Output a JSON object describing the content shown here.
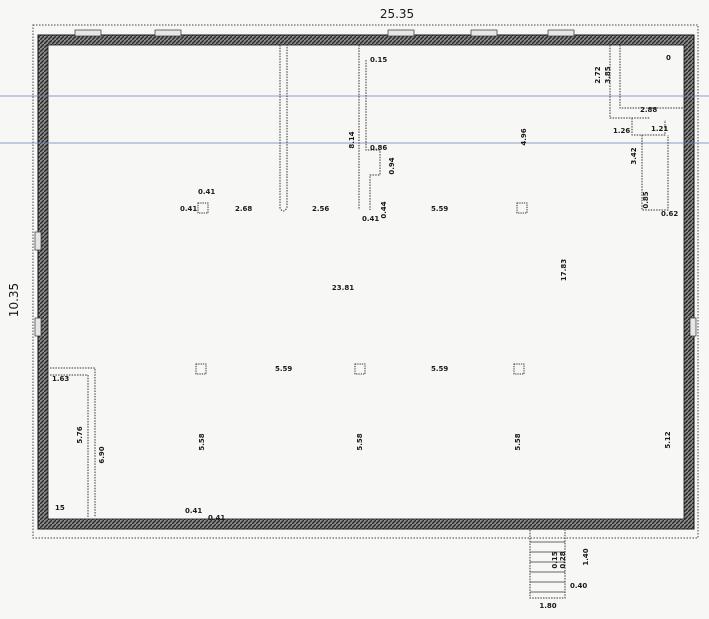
{
  "plan": {
    "overall_width": "25.35",
    "overall_height": "10.35",
    "main_area": "23.81",
    "height_right": "17.83",
    "left_top_values": [
      "0.41",
      "0.41",
      "2.68",
      "2.56",
      "0.41",
      "5.59"
    ],
    "left_bottom_values": [
      "5.59",
      "5.59"
    ],
    "column_spacing": [
      "5.58",
      "5.58",
      "5.58"
    ],
    "wall_marks": [
      "0.15",
      "8.14",
      "0.86",
      "0.94",
      "0.44",
      "4.96"
    ],
    "right_marks": [
      "2.72",
      "3.85",
      "0",
      "2.88",
      "1.26",
      "1.21",
      "3.42",
      "0.85",
      "0.62",
      "5.12"
    ],
    "left_room": [
      "1.63",
      "5.76",
      "6.90",
      "15"
    ],
    "bottom_marks": [
      "0.41",
      "0.41"
    ],
    "stairs": [
      "1.40",
      "0.40",
      "1.80",
      "0.28",
      "0.15"
    ]
  }
}
